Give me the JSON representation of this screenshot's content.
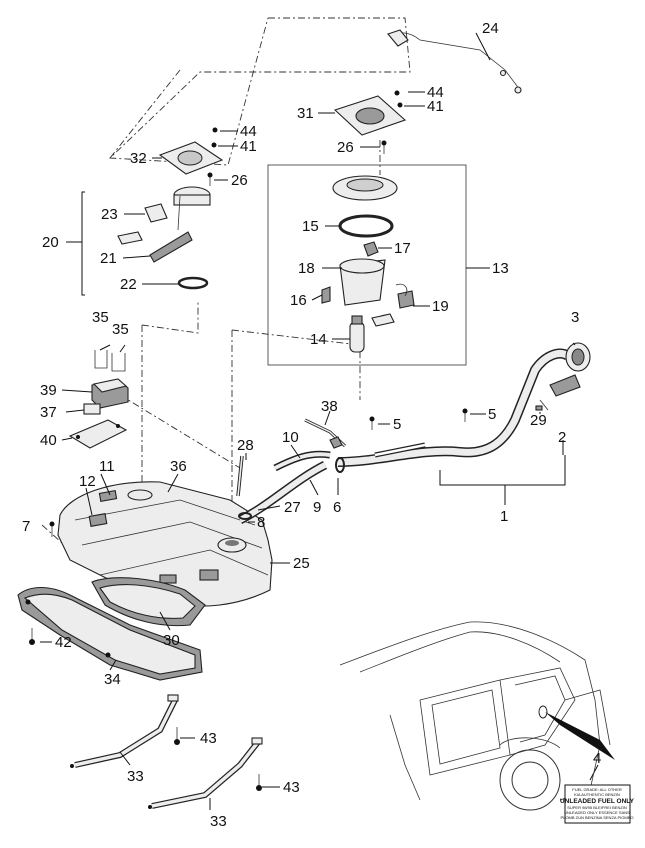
{
  "labels": {
    "p1": "1",
    "p2": "2",
    "p3": "3",
    "p4": "4",
    "p5a": "5",
    "p5b": "5",
    "p6": "6",
    "p7": "7",
    "p8": "8",
    "p9": "9",
    "p10": "10",
    "p11": "11",
    "p12": "12",
    "p13": "13",
    "p14": "14",
    "p15": "15",
    "p16": "16",
    "p17": "17",
    "p18": "18",
    "p19": "19",
    "p20": "20",
    "p21": "21",
    "p22": "22",
    "p23": "23",
    "p24": "24",
    "p25": "25",
    "p26a": "26",
    "p26b": "26",
    "p27": "27",
    "p28": "28",
    "p29": "29",
    "p30": "30",
    "p31": "31",
    "p32": "32",
    "p33a": "33",
    "p33b": "33",
    "p34": "34",
    "p35a": "35",
    "p35b": "35",
    "p36": "36",
    "p37": "37",
    "p38": "38",
    "p39": "39",
    "p40": "40",
    "p41a": "41",
    "p41b": "41",
    "p42": "42",
    "p43a": "43",
    "p43b": "43",
    "p44a": "44",
    "p44b": "44"
  },
  "fuel_label": {
    "line1": "FUEL GRADE: ALL OTHER",
    "line2": "KIA  AUTHENTIC  BENZIN",
    "headline1": "UNLEADED FUEL ONLY",
    "line3": "SUPER  98/95  BLEIFREI  BENZIN",
    "line4": "UNLEADED  ONLY  ESSENCE  SANS",
    "line5": "PLOMB  ZUN BENZINA SENZA PIOMBO"
  },
  "colors": {
    "line": "#111111",
    "part_fill": "#ededed",
    "dark_fill": "#9a9a9a"
  }
}
